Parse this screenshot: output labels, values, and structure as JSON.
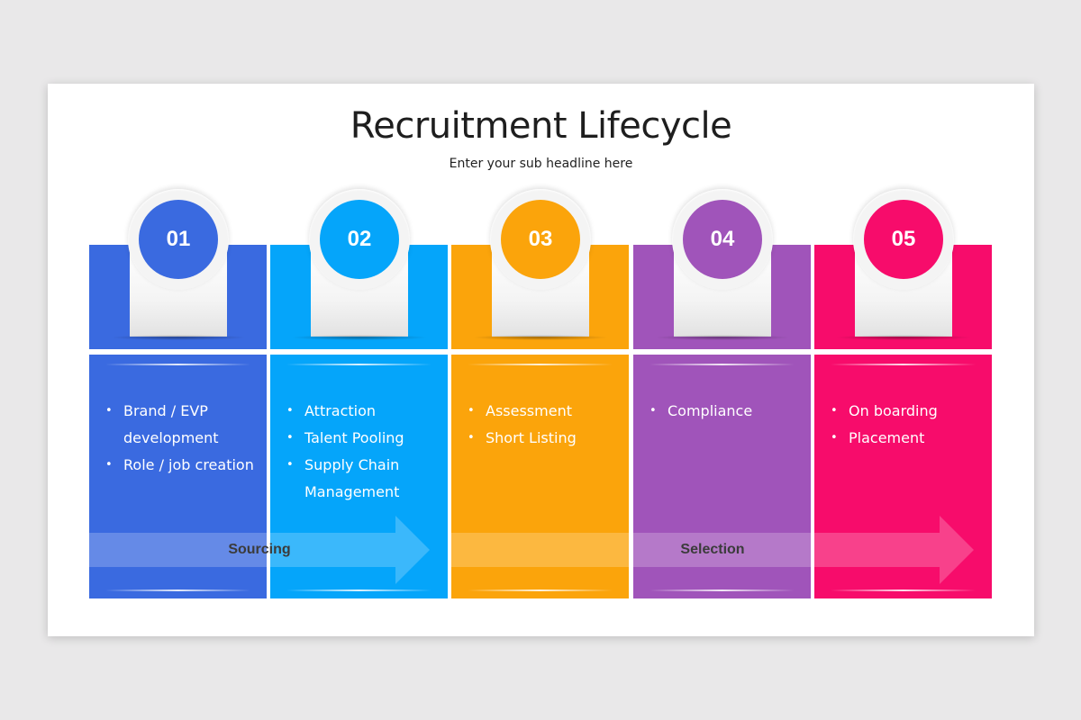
{
  "slide": {
    "title": "Recruitment Lifecycle",
    "subtitle": "Enter your sub headline here"
  },
  "steps": [
    {
      "number": "01",
      "color": "#3a6ae0",
      "items": [
        "Brand / EVP development",
        "Role / job creation"
      ]
    },
    {
      "number": "02",
      "color": "#05a5fa",
      "items": [
        "Attraction",
        "Talent Pooling",
        "Supply Chain Management"
      ]
    },
    {
      "number": "03",
      "color": "#fba40b",
      "items": [
        "Assessment",
        "Short Listing"
      ]
    },
    {
      "number": "04",
      "color": "#a054ba",
      "items": [
        "Compliance"
      ]
    },
    {
      "number": "05",
      "color": "#f70c6b",
      "items": [
        "On boarding",
        "Placement"
      ]
    }
  ],
  "phases": [
    {
      "label": "Sourcing"
    },
    {
      "label": "Selection"
    }
  ]
}
